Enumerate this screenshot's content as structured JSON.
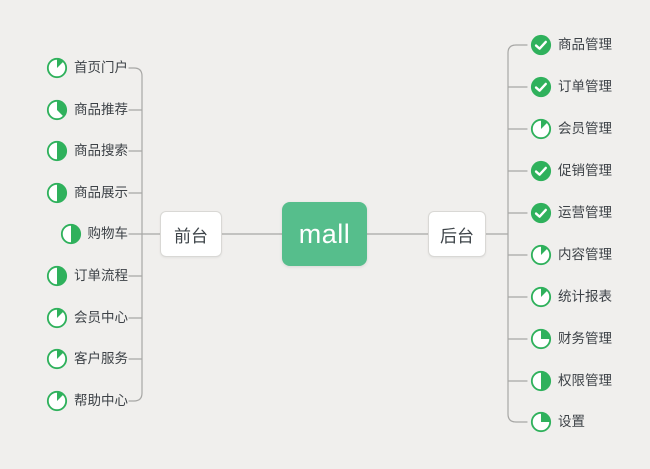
{
  "root": {
    "label": "mall"
  },
  "branches": [
    {
      "id": "frontend",
      "label": "前台",
      "side": "left",
      "items": [
        {
          "label": "首页门户",
          "progress": "1/8"
        },
        {
          "label": "商品推荐",
          "progress": "3/8"
        },
        {
          "label": "商品搜索",
          "progress": "1/2"
        },
        {
          "label": "商品展示",
          "progress": "1/2"
        },
        {
          "label": "购物车",
          "progress": "1/2"
        },
        {
          "label": "订单流程",
          "progress": "1/2"
        },
        {
          "label": "会员中心",
          "progress": "1/8"
        },
        {
          "label": "客户服务",
          "progress": "1/8"
        },
        {
          "label": "帮助中心",
          "progress": "1/8"
        }
      ]
    },
    {
      "id": "backend",
      "label": "后台",
      "side": "right",
      "items": [
        {
          "label": "商品管理",
          "progress": "done"
        },
        {
          "label": "订单管理",
          "progress": "done"
        },
        {
          "label": "会员管理",
          "progress": "1/8"
        },
        {
          "label": "促销管理",
          "progress": "done"
        },
        {
          "label": "运营管理",
          "progress": "done"
        },
        {
          "label": "内容管理",
          "progress": "1/8"
        },
        {
          "label": "统计报表",
          "progress": "1/8"
        },
        {
          "label": "财务管理",
          "progress": "1/4"
        },
        {
          "label": "权限管理",
          "progress": "1/2"
        },
        {
          "label": "设置",
          "progress": "1/4"
        }
      ]
    }
  ],
  "icons": {
    "task_progress": "pie-progress-icon",
    "task_done": "check-done-icon"
  },
  "colors": {
    "background": "#f0efed",
    "root_fill": "#56be8c",
    "root_text": "#ffffff",
    "node_fill": "#ffffff",
    "node_border": "#d9d8d5",
    "node_text": "#3e4449",
    "item_text": "#3d4247",
    "task_green": "#2fb15c",
    "connector": "#a7a7a5"
  }
}
